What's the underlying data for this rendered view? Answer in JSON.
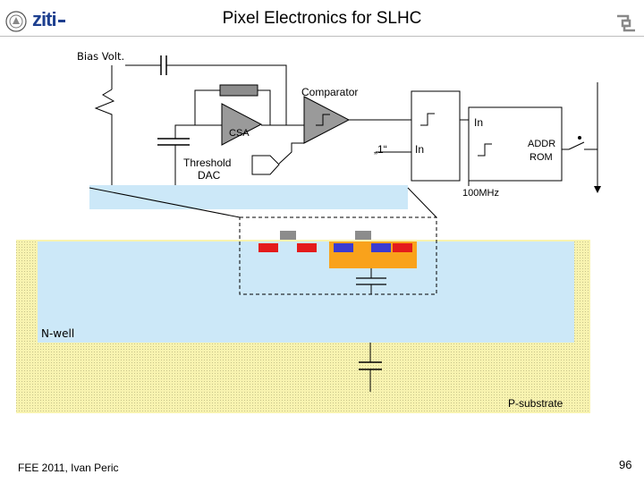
{
  "header": {
    "title": "Pixel Electronics for SLHC",
    "logo_text": "ziti",
    "right_logo_icon": "institute-seal-icon",
    "left_logo_icon": "university-seal-icon"
  },
  "diagram": {
    "bias_label": "Bias Volt.",
    "comparator_label": "Comparator",
    "csa_label": "CSA",
    "threshold_label_line1": "Threshold",
    "threshold_label_line2": "DAC",
    "one_label": "„1“",
    "in_label_top": "In",
    "in_label_bottom": "In",
    "addr_label_line1": "ADDR",
    "addr_label_line2": "ROM",
    "clock_label": "100MHz",
    "nwell_label": "N-well",
    "psub_label": "P-substrate"
  },
  "colors": {
    "nwell": "#cce8f8",
    "psub": "#f8f3b0",
    "amp": "#9a9a9a",
    "red": "#e41b1b",
    "blue": "#3b3bd0",
    "orange": "#f9a21b",
    "grey": "#8c8c8c"
  },
  "footer": {
    "left": "FEE 2011, Ivan Peric",
    "page": "96"
  }
}
